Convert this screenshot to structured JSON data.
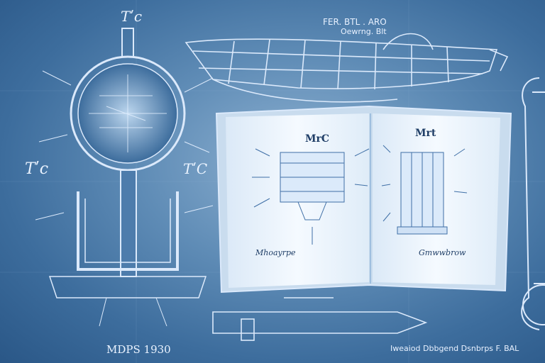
{
  "labels": {
    "top_center_title": "Tʹc",
    "left_title": "Tʹc",
    "right_title": "TʹC",
    "top_right_line1": "FER. BTL . ARO",
    "top_right_line2": "Oewrng. Blt",
    "book_left_heading": "MrC",
    "book_right_heading": "Mrt",
    "book_left_signature": "Mhoayrpe",
    "book_right_signature": "Gmwwbrow",
    "bottom_left_caption": "MDPS 1930",
    "bottom_right_caption": "Iweaiod Dbbgend Dsnbrps F. BAL"
  },
  "colors": {
    "background": "#3d6d9d",
    "line": "#dbe9fb",
    "page": "#eef6ff",
    "ink": "#2e5e96"
  }
}
